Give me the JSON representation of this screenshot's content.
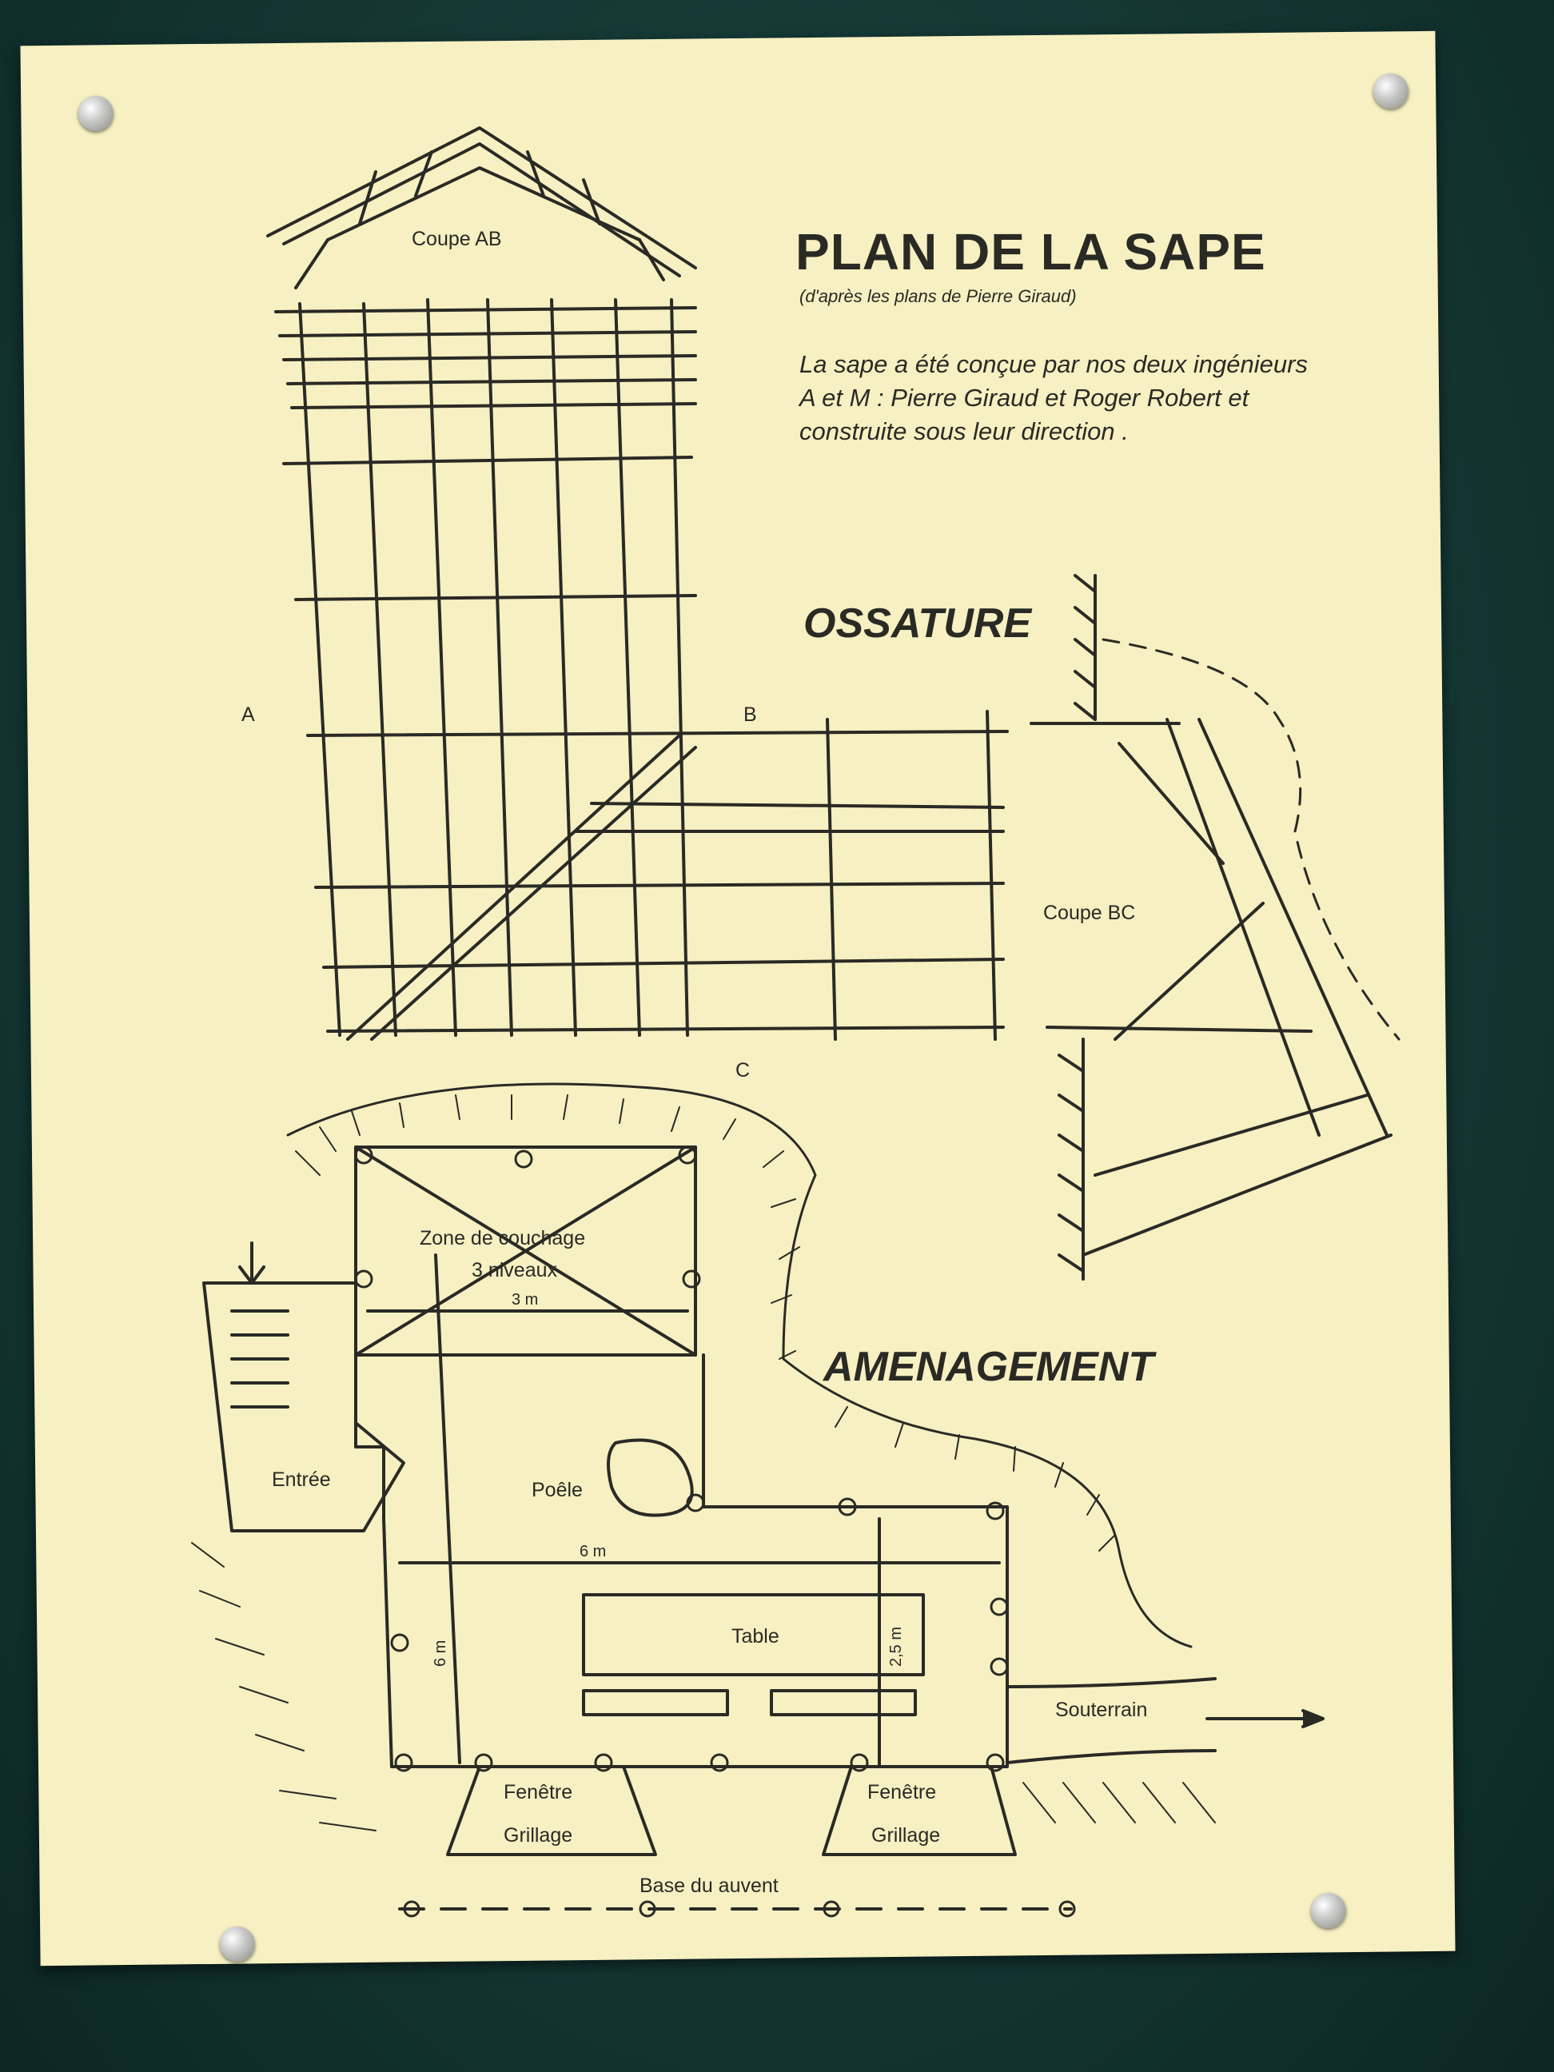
{
  "poster": {
    "title": "PLAN DE LA SAPE",
    "subtitle": "(d'après les plans de Pierre Giraud)",
    "intro": "La sape a été conçue par nos deux ingénieurs A et M : Pierre Giraud et Roger Robert et construite sous leur direction .",
    "section_frame": "OSSATURE",
    "section_layout": "AMENAGEMENT"
  },
  "frame_labels": {
    "section_ab": "Coupe AB",
    "section_bc": "Coupe BC",
    "marker_a": "A",
    "marker_b": "B",
    "marker_c": "C"
  },
  "layout_labels": {
    "sleeping_zone": "Zone de couchage",
    "sleeping_levels": "3 niveaux",
    "dim_3m": "3 m",
    "dim_6m": "6 m",
    "dim_6m_vertical": "6 m",
    "dim_25m": "2,5 m",
    "entrance": "Entrée",
    "stove": "Poêle",
    "table": "Table",
    "tunnel": "Souterrain",
    "window_left": "Fenêtre",
    "window_right": "Fenêtre",
    "grille_left": "Grillage",
    "grille_right": "Grillage",
    "awning_base": "Base du auvent"
  },
  "colors": {
    "board": "#163a36",
    "paper": "#f6f0c2",
    "ink": "#2a2a25"
  },
  "icons": [
    "push-pin-icon",
    "arrow-right-icon",
    "arrow-down-icon"
  ]
}
